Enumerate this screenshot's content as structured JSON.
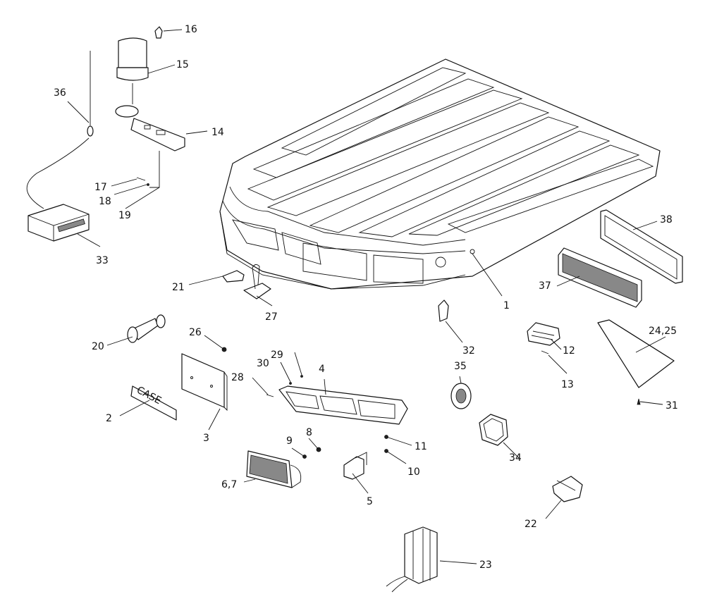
{
  "callouts": [
    {
      "id": "c1",
      "label": "1"
    },
    {
      "id": "c2",
      "label": "2"
    },
    {
      "id": "c3",
      "label": "3"
    },
    {
      "id": "c4",
      "label": "4"
    },
    {
      "id": "c5",
      "label": "5"
    },
    {
      "id": "c67",
      "label": "6,7"
    },
    {
      "id": "c8",
      "label": "8"
    },
    {
      "id": "c9",
      "label": "9"
    },
    {
      "id": "c10",
      "label": "10"
    },
    {
      "id": "c11",
      "label": "11"
    },
    {
      "id": "c12",
      "label": "12"
    },
    {
      "id": "c13",
      "label": "13"
    },
    {
      "id": "c14",
      "label": "14"
    },
    {
      "id": "c15",
      "label": "15"
    },
    {
      "id": "c16",
      "label": "16"
    },
    {
      "id": "c17",
      "label": "17"
    },
    {
      "id": "c18",
      "label": "18"
    },
    {
      "id": "c19",
      "label": "19"
    },
    {
      "id": "c20",
      "label": "20"
    },
    {
      "id": "c21",
      "label": "21"
    },
    {
      "id": "c22",
      "label": "22"
    },
    {
      "id": "c23",
      "label": "23"
    },
    {
      "id": "c2425",
      "label": "24,25"
    },
    {
      "id": "c26",
      "label": "26"
    },
    {
      "id": "c27",
      "label": "27"
    },
    {
      "id": "c28",
      "label": "28"
    },
    {
      "id": "c29",
      "label": "29"
    },
    {
      "id": "c30",
      "label": "30"
    },
    {
      "id": "c31",
      "label": "31"
    },
    {
      "id": "c32",
      "label": "32"
    },
    {
      "id": "c33",
      "label": "33"
    },
    {
      "id": "c34",
      "label": "34"
    },
    {
      "id": "c35",
      "label": "35"
    },
    {
      "id": "c36",
      "label": "36"
    },
    {
      "id": "c37",
      "label": "37"
    },
    {
      "id": "c38",
      "label": "38"
    }
  ]
}
